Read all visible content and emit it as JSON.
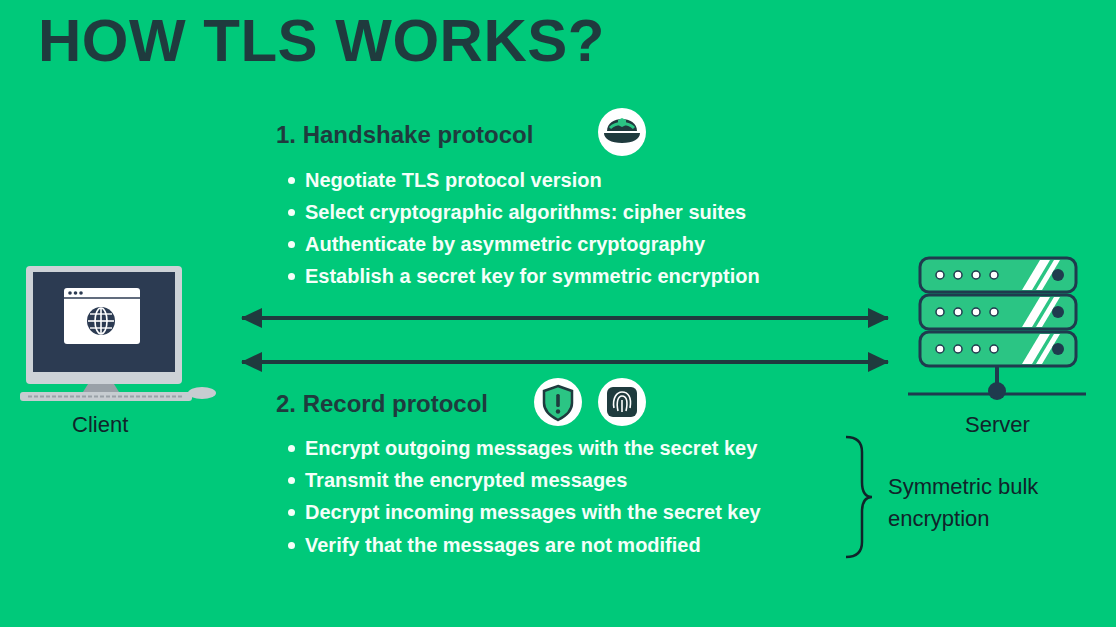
{
  "diagram": {
    "title": "HOW TLS WORKS?",
    "nodes": [
      {
        "text": [
          "Client"
        ]
      },
      {
        "text": [
          "Server"
        ]
      }
    ],
    "edges": [
      {
        "from": 0,
        "to": 1,
        "arrow": "both"
      },
      {
        "from": 0,
        "to": 1,
        "arrow": "both"
      }
    ],
    "labels": [
      "1. Handshake protocol",
      "Negotiate TLS protocol version",
      "Select cryptographic algorithms: cipher suites",
      "Authenticate by asymmetric cryptography",
      "Establish a secret key for symmetric encryption",
      "2. Record protocol",
      "Encrypt outgoing messages with the secret key",
      "Transmit the encrypted messages",
      "Decrypt incoming messages with the secret key",
      "Verify that the messages are not modified",
      "Symmetric bulk encryption"
    ]
  }
}
